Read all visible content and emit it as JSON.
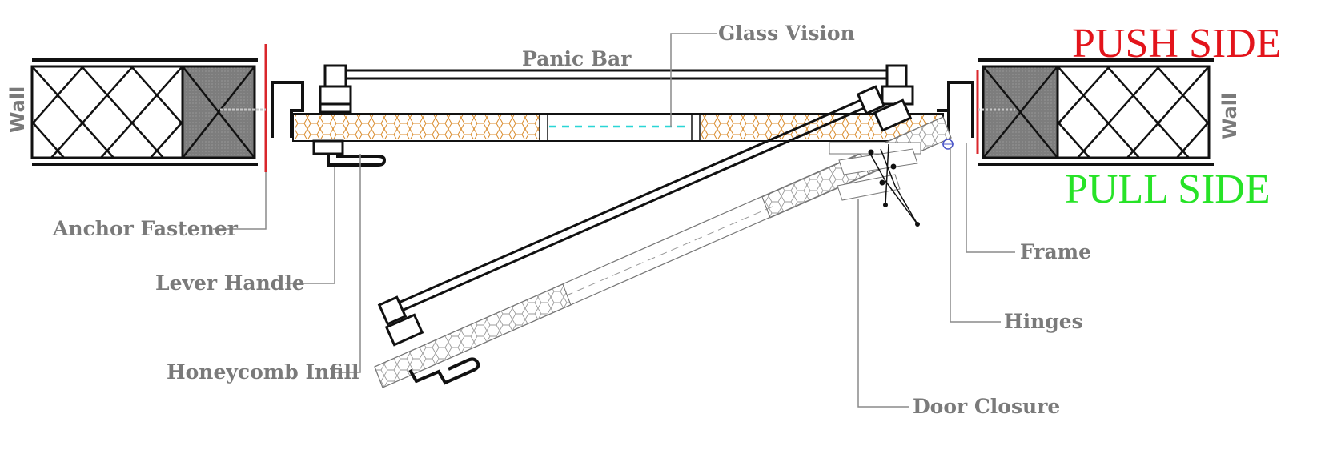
{
  "labels": {
    "glass_vision": "Glass Vision",
    "panic_bar": "Panic Bar",
    "anchor_fastener": "Anchor Fastener",
    "lever_handle": "Lever Handle",
    "honeycomb_infill": "Honeycomb Infill",
    "frame": "Frame",
    "hinges": "Hinges",
    "door_closure": "Door Closure",
    "wall_left": "Wall",
    "wall_right": "Wall",
    "push_side": "PUSH SIDE",
    "pull_side": "PULL SIDE"
  },
  "colors": {
    "push_side": "#e3141b",
    "pull_side": "#27e327",
    "label_gray": "#7a7a7a",
    "honeycomb": "#d98a2a",
    "anchor": "#d9262b",
    "glass": "#2ad6d6",
    "wall_infill": "#808080"
  }
}
